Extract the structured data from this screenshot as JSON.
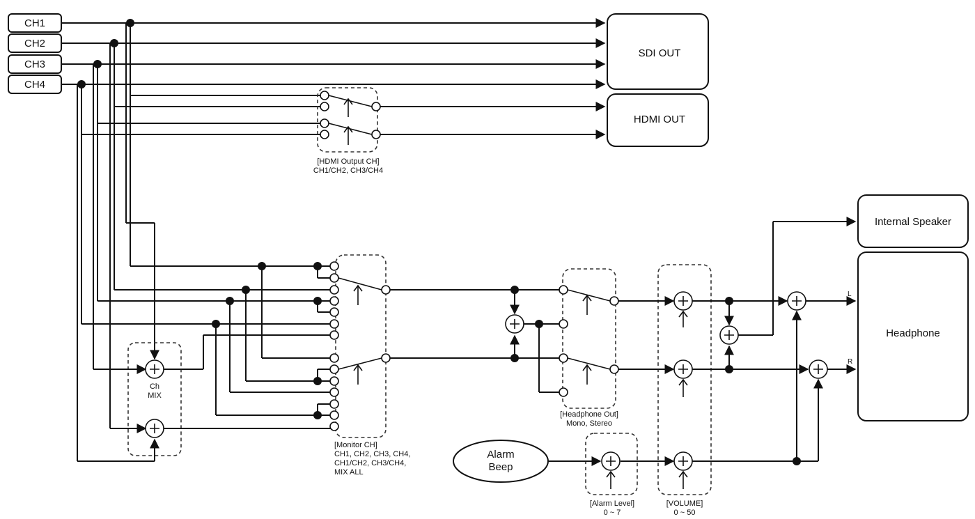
{
  "inputs": [
    "CH1",
    "CH2",
    "CH3",
    "CH4"
  ],
  "outputs": {
    "sdi": "SDI OUT",
    "hdmi": "HDMI OUT",
    "speaker": "Internal Speaker",
    "headphone": "Headphone"
  },
  "channel_labels": {
    "left": "L",
    "right": "R"
  },
  "alarm_source": {
    "line1": "Alarm",
    "line2": "Beep"
  },
  "mixers": {
    "ch_mix_line1": "Ch",
    "ch_mix_line2": "MIX"
  },
  "settings": {
    "hdmi_output_ch": {
      "title": "[HDMI Output CH]",
      "options": "CH1/CH2, CH3/CH4"
    },
    "monitor_ch": {
      "title": "[Monitor CH]",
      "options_line1": "CH1, CH2, CH3, CH4,",
      "options_line2": "CH1/CH2, CH3/CH4,",
      "options_line3": "MIX ALL"
    },
    "headphone_out": {
      "title": "[Headphone Out]",
      "options": "Mono, Stereo"
    },
    "alarm_level": {
      "title": "[Alarm Level]",
      "range": "0 ~ 7"
    },
    "volume": {
      "title": "[VOLUME]",
      "range": "0 ~ 50"
    }
  }
}
